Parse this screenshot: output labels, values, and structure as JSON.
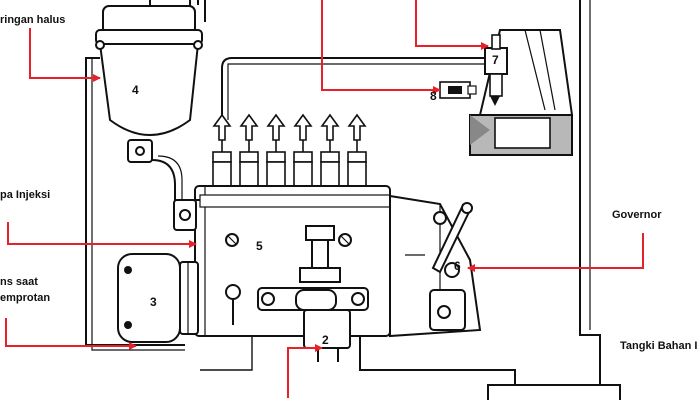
{
  "labels": {
    "filter": "ringan halus",
    "pump": "pa Injeksi",
    "timer_line1": "ns saat",
    "timer_line2": "emprotan",
    "governor": "Governor",
    "tank": "Tangki Bahan I"
  },
  "numbers": {
    "filter": "4",
    "pump": "5",
    "timer": "3",
    "feed_pump": "2",
    "governor": "6",
    "injector": "7",
    "nozzle": "8"
  },
  "colors": {
    "arrow": "#e8202a",
    "line": "#111111"
  }
}
